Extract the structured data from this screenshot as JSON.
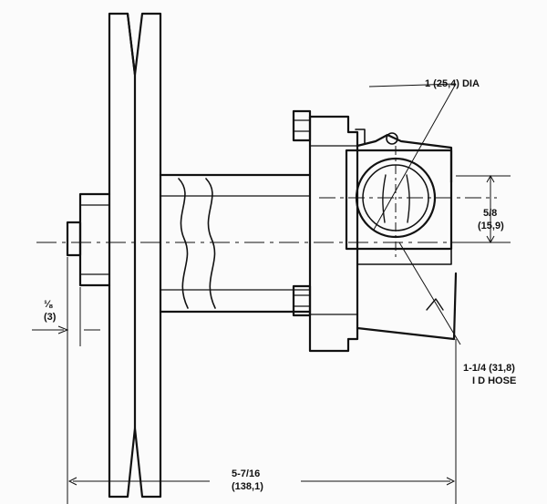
{
  "labels": {
    "bore": "1  (25,4) DIA",
    "offset_in": "5/8",
    "offset_mm": "(15,9)",
    "edge_in": "⅛",
    "edge_mm": "(3)",
    "hose_size": "1-1/4  (31,8)",
    "hose_type": "I D HOSE",
    "length_in": "5-7/16",
    "length_mm": "(138,1)"
  },
  "colors": {
    "line": "#111111",
    "background": "#fbfbfb"
  }
}
